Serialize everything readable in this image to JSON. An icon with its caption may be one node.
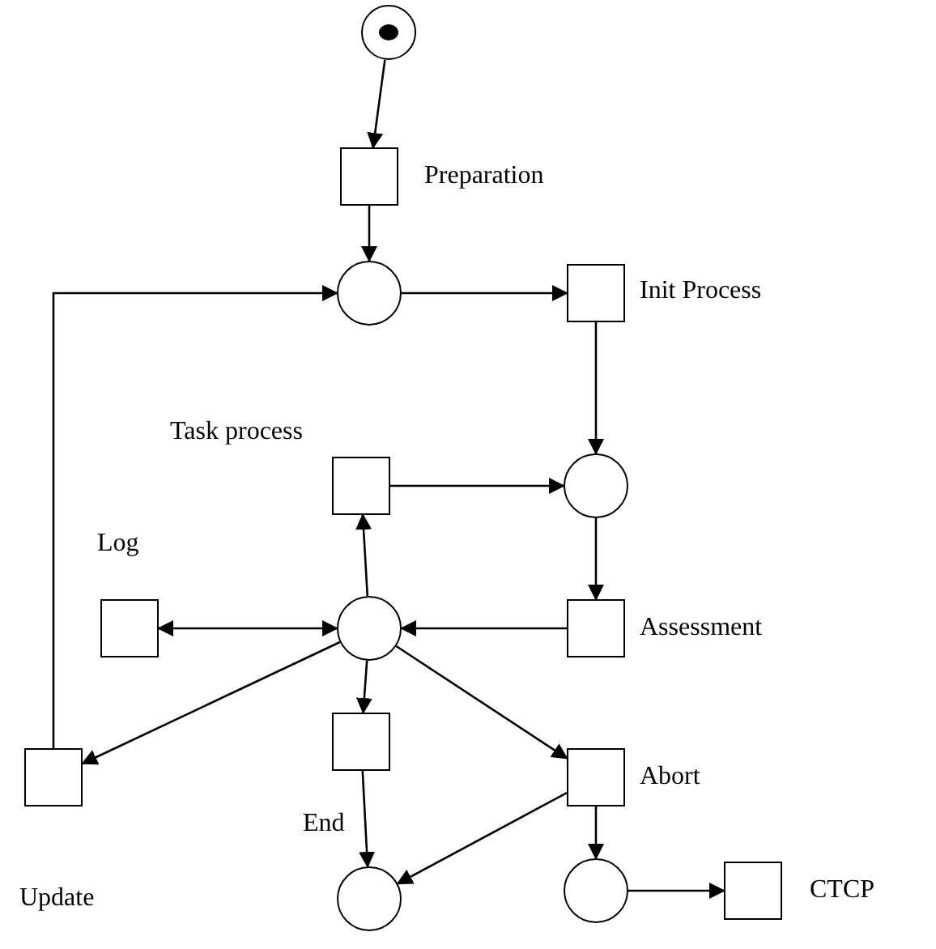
{
  "diagram": {
    "nodes": [
      {
        "text": [],
        "shape": "circle"
      },
      {
        "text": [],
        "shape": "box",
        "beside": [
          "Preparation"
        ]
      },
      {
        "text": [],
        "shape": "circle"
      },
      {
        "text": [],
        "shape": "box",
        "beside": [
          "Init Process"
        ]
      },
      {
        "text": [],
        "shape": "circle"
      },
      {
        "text": [],
        "shape": "box",
        "beside": [
          "Task process"
        ]
      },
      {
        "text": [],
        "shape": "box",
        "beside": [
          "Assessment"
        ]
      },
      {
        "text": [],
        "shape": "box",
        "beside": [
          "Log"
        ]
      },
      {
        "text": [],
        "shape": "circle"
      },
      {
        "text": [],
        "shape": "box",
        "beside": [
          "End"
        ]
      },
      {
        "text": [],
        "shape": "box",
        "beside": [
          "Update"
        ]
      },
      {
        "text": [],
        "shape": "box",
        "beside": [
          "Abort"
        ]
      },
      {
        "text": [],
        "shape": "circle"
      },
      {
        "text": [],
        "shape": "circle"
      },
      {
        "text": [],
        "shape": "box",
        "beside": [
          "CTCP"
        ]
      }
    ],
    "edges": [
      {
        "from": 0,
        "to": 1,
        "arrow": "to"
      },
      {
        "from": 1,
        "to": 2,
        "arrow": "to"
      },
      {
        "from": 2,
        "to": 3,
        "arrow": "to"
      },
      {
        "from": 3,
        "to": 4,
        "arrow": "to"
      },
      {
        "from": 5,
        "to": 4,
        "arrow": "to"
      },
      {
        "from": 4,
        "to": 6,
        "arrow": "to"
      },
      {
        "from": 6,
        "to": 8,
        "arrow": "to"
      },
      {
        "from": 8,
        "to": 5,
        "arrow": "to"
      },
      {
        "from": 8,
        "to": 7,
        "arrow": "both"
      },
      {
        "from": 8,
        "to": 10,
        "arrow": "to"
      },
      {
        "from": 10,
        "to": 2,
        "arrow": "to"
      },
      {
        "from": 8,
        "to": 9,
        "arrow": "to"
      },
      {
        "from": 8,
        "to": 11,
        "arrow": "to"
      },
      {
        "from": 9,
        "to": 12,
        "arrow": "to"
      },
      {
        "from": 11,
        "to": 12,
        "arrow": "to"
      },
      {
        "from": 11,
        "to": 13,
        "arrow": "to"
      },
      {
        "from": 13,
        "to": 14,
        "arrow": "to"
      }
    ]
  }
}
